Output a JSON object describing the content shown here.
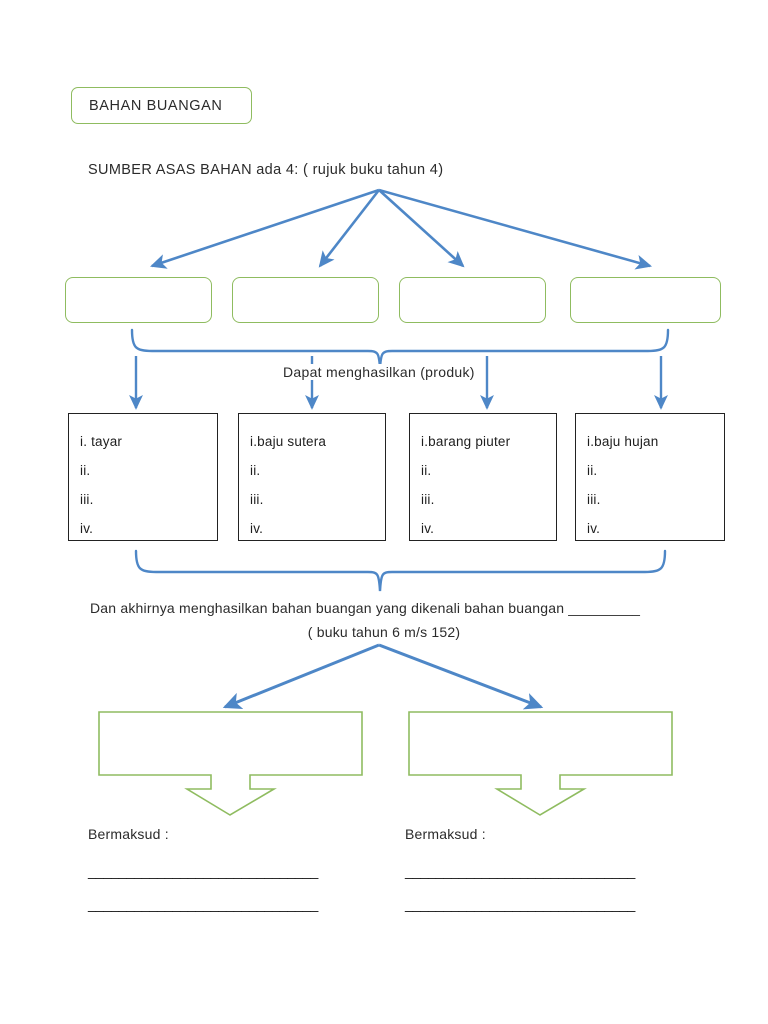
{
  "document": {
    "title": "BAHAN BUANGAN",
    "colors": {
      "green_outline": "#8FBC60",
      "blue_arrow": "#4E87C7",
      "black_outline": "#222222",
      "text": "#2b2b2b",
      "page_background": "#ffffff"
    }
  },
  "header": {
    "title_box_label": "BAHAN BUANGAN",
    "subtitle": "SUMBER ASAS BAHAN  ada 4: ( rujuk buku tahun 4)"
  },
  "source_boxes": [
    {
      "label": "",
      "placeholder": ""
    },
    {
      "label": "",
      "placeholder": ""
    },
    {
      "label": "",
      "placeholder": ""
    },
    {
      "label": "",
      "placeholder": ""
    }
  ],
  "produk": {
    "connector_label": "Dapat menghasilkan (produk)",
    "boxes": [
      {
        "items": [
          "i. tayar",
          "ii.",
          "iii.",
          "iv."
        ]
      },
      {
        "items": [
          "i.baju sutera",
          "ii.",
          "iii.",
          "iv."
        ]
      },
      {
        "items": [
          "i.barang piuter",
          "ii.",
          "iii.",
          "iv."
        ]
      },
      {
        "items": [
          "i.baju hujan",
          "ii.",
          "iii.",
          "iv."
        ]
      }
    ]
  },
  "final": {
    "line1": "Dan akhirnya menghasilkan bahan buangan yang dikenali bahan buangan _________",
    "line2": "( buku tahun 6 m/s 152)"
  },
  "callouts": [
    {
      "label": "",
      "meaning_label": "Bermaksud :",
      "answer_lines": [
        "______________________________",
        "______________________________"
      ]
    },
    {
      "label": "",
      "meaning_label": "Bermaksud :",
      "answer_lines": [
        "______________________________",
        "______________________________"
      ]
    }
  ]
}
